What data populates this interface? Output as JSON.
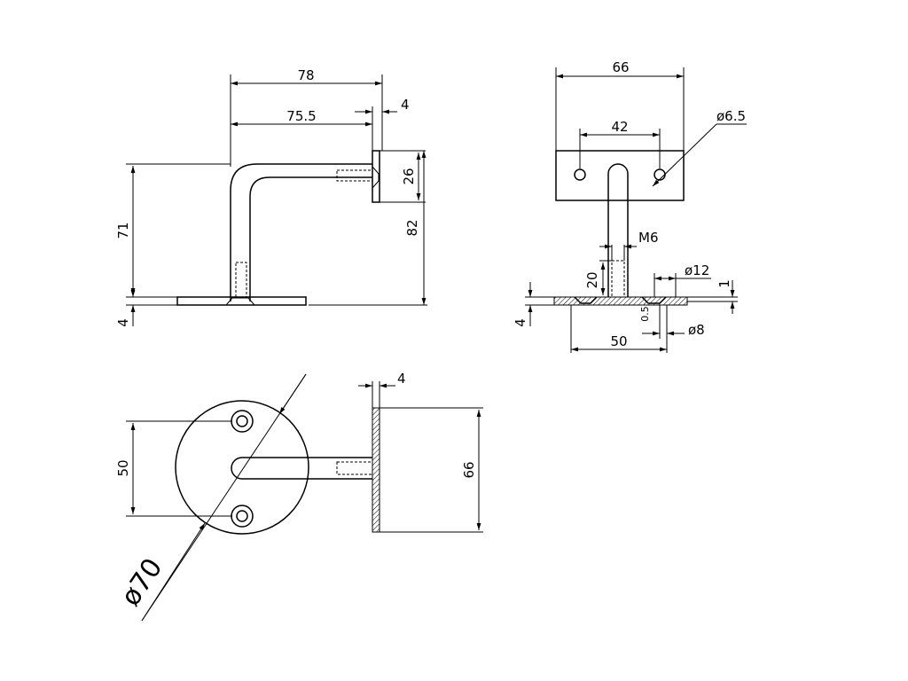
{
  "drawing": {
    "side_view": {
      "width_overall": "78",
      "width_inner": "75.5",
      "plate_thickness": "4",
      "plate_height": "26",
      "vertical_height": "71",
      "base_thickness": "4",
      "total_height": "82"
    },
    "end_view": {
      "width": "66",
      "hole_spacing": "42",
      "hole_diameter": "ø6.5",
      "thread": "M6",
      "thread_depth": "20",
      "counterbore": "ø12",
      "plate_thickness": "1",
      "base_thickness": "4",
      "small_offset": "0.5",
      "half_width": "50",
      "bore": "ø8"
    },
    "plan_view": {
      "hole_spacing": "50",
      "plate_thickness": "4",
      "plate_height": "66",
      "disc_diameter": "ø70"
    }
  }
}
